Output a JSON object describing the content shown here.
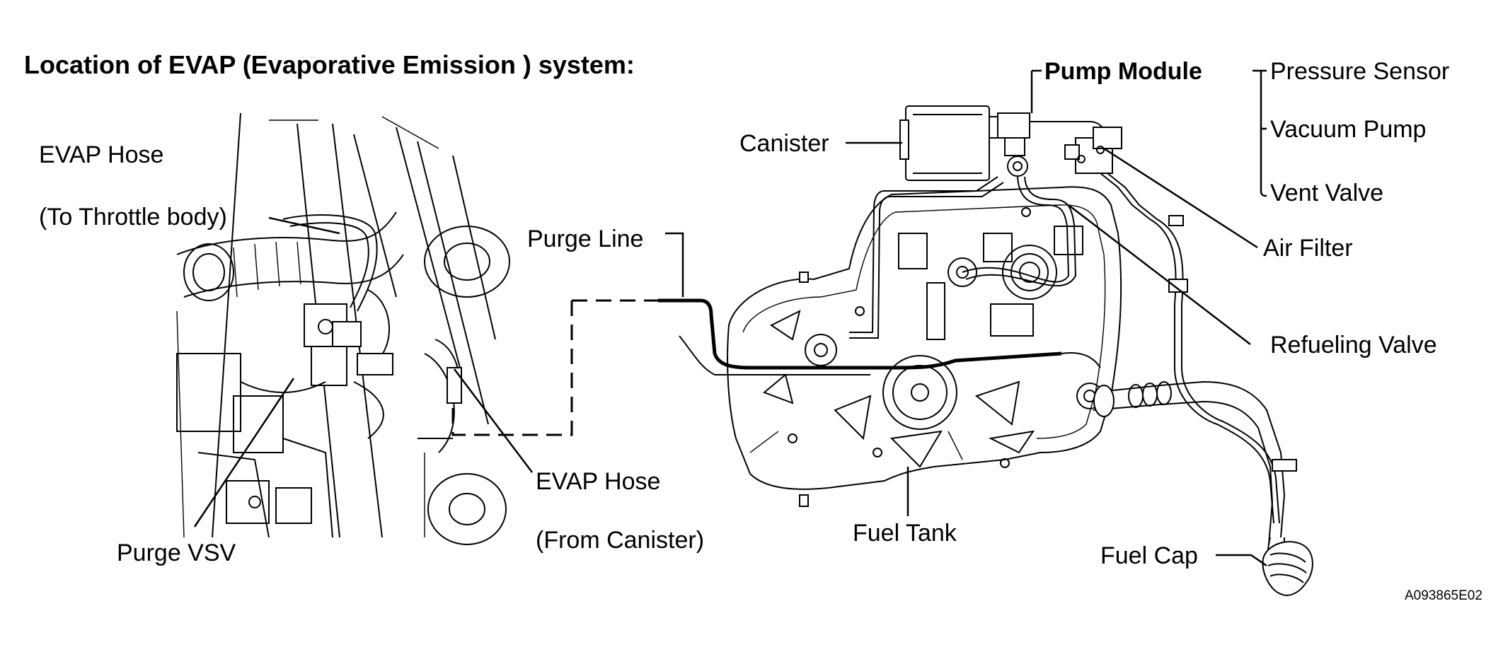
{
  "title": "Location of EVAP (Evaporative Emission ) system:",
  "figure_code": "A093865E02",
  "labels": {
    "evap_hose_top": "EVAP Hose",
    "to_throttle_body": "(To Throttle body)",
    "purge_vsv": "Purge VSV",
    "purge_line": "Purge Line",
    "evap_hose_bottom": "EVAP Hose",
    "from_canister": "(From Canister)",
    "canister": "Canister",
    "pump_module": "Pump Module",
    "pressure_sensor": "Pressure Sensor",
    "vacuum_pump": "Vacuum Pump",
    "vent_valve": "Vent Valve",
    "air_filter": "Air Filter",
    "refueling_valve": "Refueling Valve",
    "fuel_tank": "Fuel Tank",
    "fuel_cap": "Fuel Cap"
  }
}
